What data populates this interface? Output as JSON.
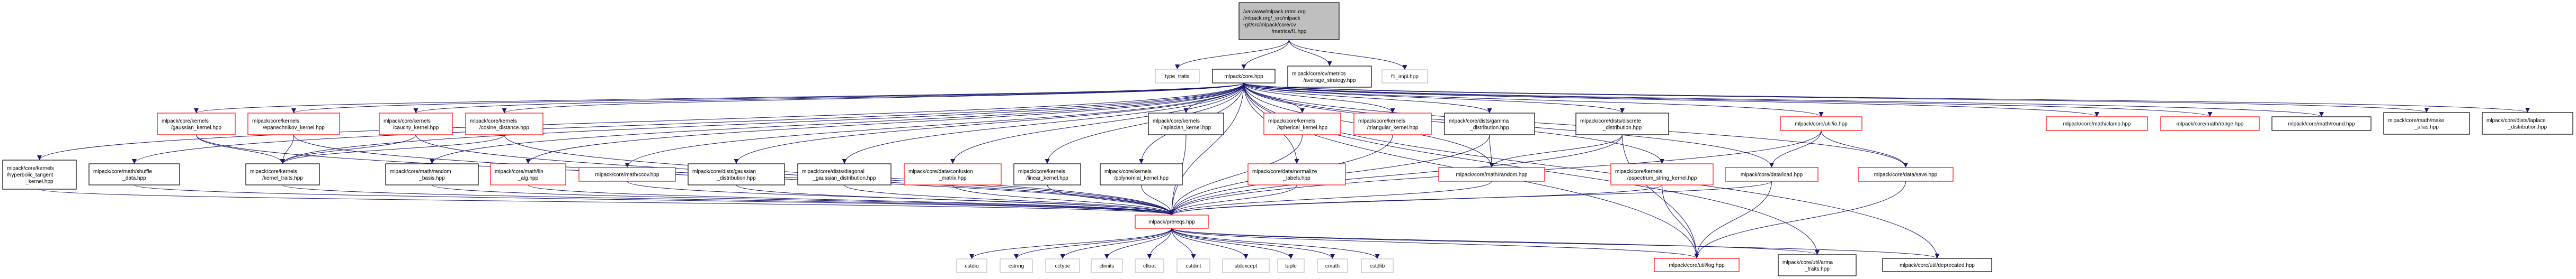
{
  "title": "Include dependency graph for f1.hpp",
  "colors": {
    "edge": "#191970",
    "root_fill": "#bfbfbf",
    "root_border": "#000000",
    "documented_border": "#000000",
    "truncated_border": "#ff0000",
    "external_border": "#bfbfbf",
    "fill": "#ffffff"
  },
  "nodes": [
    {
      "id": "root",
      "kind": "root",
      "lines": [
        "/var/www/mlpack.ratml.org",
        "/mlpack.org/_src/mlpack",
        "-git/src/mlpack/core/cv",
        "/metrics/f1.hpp"
      ]
    },
    {
      "id": "type_traits",
      "kind": "external",
      "lines": [
        "type_traits"
      ]
    },
    {
      "id": "core",
      "kind": "documented",
      "lines": [
        "mlpack/core.hpp"
      ]
    },
    {
      "id": "average_strategy",
      "kind": "documented",
      "lines": [
        "mlpack/core/cv/metrics",
        "/average_strategy.hpp"
      ]
    },
    {
      "id": "f1_impl",
      "kind": "external",
      "lines": [
        "f1_impl.hpp"
      ]
    },
    {
      "id": "gaussian_kernel",
      "kind": "truncated",
      "lines": [
        "mlpack/core/kernels",
        "/gaussian_kernel.hpp"
      ]
    },
    {
      "id": "epanechnikov_kernel",
      "kind": "truncated",
      "lines": [
        "mlpack/core/kernels",
        "/epanechnikov_kernel.hpp"
      ]
    },
    {
      "id": "cauchy_kernel",
      "kind": "truncated",
      "lines": [
        "mlpack/core/kernels",
        "/cauchy_kernel.hpp"
      ]
    },
    {
      "id": "cosine_distance",
      "kind": "truncated",
      "lines": [
        "mlpack/core/kernels",
        "/cosine_distance.hpp"
      ]
    },
    {
      "id": "laplacian_kernel",
      "kind": "documented",
      "lines": [
        "mlpack/core/kernels",
        "/laplacian_kernel.hpp"
      ]
    },
    {
      "id": "spherical_kernel",
      "kind": "truncated",
      "lines": [
        "mlpack/core/kernels",
        "/spherical_kernel.hpp"
      ]
    },
    {
      "id": "triangular_kernel",
      "kind": "truncated",
      "lines": [
        "mlpack/core/kernels",
        "/triangular_kernel.hpp"
      ]
    },
    {
      "id": "gamma_distribution",
      "kind": "documented",
      "lines": [
        "mlpack/core/dists/gamma",
        "_distribution.hpp"
      ]
    },
    {
      "id": "discrete_distribution",
      "kind": "documented",
      "lines": [
        "mlpack/core/dists/discrete",
        "_distribution.hpp"
      ]
    },
    {
      "id": "io",
      "kind": "truncated",
      "lines": [
        "mlpack/core/util/io.hpp"
      ]
    },
    {
      "id": "clamp",
      "kind": "truncated",
      "lines": [
        "mlpack/core/math/clamp.hpp"
      ]
    },
    {
      "id": "range",
      "kind": "truncated",
      "lines": [
        "mlpack/core/math/range.hpp"
      ]
    },
    {
      "id": "round",
      "kind": "documented",
      "lines": [
        "mlpack/core/math/round.hpp"
      ]
    },
    {
      "id": "make_alias",
      "kind": "documented",
      "lines": [
        "mlpack/core/math/make",
        "_alias.hpp"
      ]
    },
    {
      "id": "laplace_distribution",
      "kind": "documented",
      "lines": [
        "mlpack/core/dists/laplace",
        "_distribution.hpp"
      ]
    },
    {
      "id": "hyperbolic_tangent_kernel",
      "kind": "documented",
      "lines": [
        "mlpack/core/kernels",
        "/hyperbolic_tangent",
        "_kernel.hpp"
      ]
    },
    {
      "id": "shuffle_data",
      "kind": "documented",
      "lines": [
        "mlpack/core/math/shuffle",
        "_data.hpp"
      ]
    },
    {
      "id": "kernel_traits",
      "kind": "documented",
      "lines": [
        "mlpack/core/kernels",
        "/kernel_traits.hpp"
      ]
    },
    {
      "id": "random_basis",
      "kind": "documented",
      "lines": [
        "mlpack/core/math/random",
        "_basis.hpp"
      ]
    },
    {
      "id": "lin_alg",
      "kind": "truncated",
      "lines": [
        "mlpack/core/math/lin",
        "_alg.hpp"
      ]
    },
    {
      "id": "ccov",
      "kind": "truncated",
      "lines": [
        "mlpack/core/math/ccov.hpp"
      ]
    },
    {
      "id": "gaussian_distribution",
      "kind": "documented",
      "lines": [
        "mlpack/core/dists/gaussian",
        "_distribution.hpp"
      ]
    },
    {
      "id": "diagonal_gaussian_distribution",
      "kind": "documented",
      "lines": [
        "mlpack/core/dists/diagonal",
        "_gaussian_distribution.hpp"
      ]
    },
    {
      "id": "confusion_matrix",
      "kind": "truncated",
      "lines": [
        "mlpack/core/data/confusion",
        "_matrix.hpp"
      ]
    },
    {
      "id": "linear_kernel",
      "kind": "documented",
      "lines": [
        "mlpack/core/kernels",
        "/linear_kernel.hpp"
      ]
    },
    {
      "id": "polynomial_kernel",
      "kind": "documented",
      "lines": [
        "mlpack/core/kernels",
        "/polynomial_kernel.hpp"
      ]
    },
    {
      "id": "normalize_labels",
      "kind": "truncated",
      "lines": [
        "mlpack/core/data/normalize",
        "_labels.hpp"
      ]
    },
    {
      "id": "random",
      "kind": "truncated",
      "lines": [
        "mlpack/core/math/random.hpp"
      ]
    },
    {
      "id": "pspectrum_string_kernel",
      "kind": "truncated",
      "lines": [
        "mlpack/core/kernels",
        "/pspectrum_string_kernel.hpp"
      ]
    },
    {
      "id": "load",
      "kind": "truncated",
      "lines": [
        "mlpack/core/data/load.hpp"
      ]
    },
    {
      "id": "save",
      "kind": "truncated",
      "lines": [
        "mlpack/core/data/save.hpp"
      ]
    },
    {
      "id": "prereqs",
      "kind": "truncated",
      "lines": [
        "mlpack/prereqs.hpp"
      ]
    },
    {
      "id": "cstdio",
      "kind": "external",
      "lines": [
        "cstdio"
      ]
    },
    {
      "id": "cstring",
      "kind": "external",
      "lines": [
        "cstring"
      ]
    },
    {
      "id": "cctype",
      "kind": "external",
      "lines": [
        "cctype"
      ]
    },
    {
      "id": "climits",
      "kind": "external",
      "lines": [
        "climits"
      ]
    },
    {
      "id": "cfloat",
      "kind": "external",
      "lines": [
        "cfloat"
      ]
    },
    {
      "id": "cstdint",
      "kind": "external",
      "lines": [
        "cstdint"
      ]
    },
    {
      "id": "stdexcept",
      "kind": "external",
      "lines": [
        "stdexcept"
      ]
    },
    {
      "id": "tuple",
      "kind": "external",
      "lines": [
        "tuple"
      ]
    },
    {
      "id": "cmath",
      "kind": "external",
      "lines": [
        "cmath"
      ]
    },
    {
      "id": "cstdlib",
      "kind": "external",
      "lines": [
        "cstdlib"
      ]
    },
    {
      "id": "log",
      "kind": "truncated",
      "lines": [
        "mlpack/core/util/log.hpp"
      ]
    },
    {
      "id": "arma_traits",
      "kind": "documented",
      "lines": [
        "mlpack/core/util/arma",
        "_traits.hpp"
      ]
    },
    {
      "id": "deprecated",
      "kind": "documented",
      "lines": [
        "mlpack/core/util/deprecated.hpp"
      ]
    }
  ],
  "edges": [
    [
      "root",
      "type_traits"
    ],
    [
      "root",
      "core"
    ],
    [
      "root",
      "average_strategy"
    ],
    [
      "root",
      "f1_impl"
    ],
    [
      "core",
      "hyperbolic_tangent_kernel"
    ],
    [
      "core",
      "shuffle_data"
    ],
    [
      "core",
      "gaussian_kernel"
    ],
    [
      "core",
      "epanechnikov_kernel"
    ],
    [
      "core",
      "kernel_traits"
    ],
    [
      "core",
      "cauchy_kernel"
    ],
    [
      "core",
      "cosine_distance"
    ],
    [
      "core",
      "random_basis"
    ],
    [
      "core",
      "lin_alg"
    ],
    [
      "core",
      "ccov"
    ],
    [
      "core",
      "gaussian_distribution"
    ],
    [
      "core",
      "diagonal_gaussian_distribution"
    ],
    [
      "core",
      "confusion_matrix"
    ],
    [
      "core",
      "linear_kernel"
    ],
    [
      "core",
      "polynomial_kernel"
    ],
    [
      "core",
      "laplacian_kernel"
    ],
    [
      "core",
      "normalize_labels"
    ],
    [
      "core",
      "spherical_kernel"
    ],
    [
      "core",
      "triangular_kernel"
    ],
    [
      "core",
      "gamma_distribution"
    ],
    [
      "core",
      "random"
    ],
    [
      "core",
      "discrete_distribution"
    ],
    [
      "core",
      "pspectrum_string_kernel"
    ],
    [
      "core",
      "load"
    ],
    [
      "core",
      "io"
    ],
    [
      "core",
      "save"
    ],
    [
      "core",
      "clamp"
    ],
    [
      "core",
      "range"
    ],
    [
      "core",
      "round"
    ],
    [
      "core",
      "make_alias"
    ],
    [
      "core",
      "laplace_distribution"
    ],
    [
      "core",
      "prereqs"
    ],
    [
      "core",
      "log"
    ],
    [
      "core",
      "arma_traits"
    ],
    [
      "core",
      "deprecated"
    ],
    [
      "gaussian_kernel",
      "kernel_traits"
    ],
    [
      "gaussian_kernel",
      "prereqs"
    ],
    [
      "epanechnikov_kernel",
      "kernel_traits"
    ],
    [
      "epanechnikov_kernel",
      "prereqs"
    ],
    [
      "cauchy_kernel",
      "kernel_traits"
    ],
    [
      "cauchy_kernel",
      "prereqs"
    ],
    [
      "cosine_distance",
      "kernel_traits"
    ],
    [
      "cosine_distance",
      "prereqs"
    ],
    [
      "hyperbolic_tangent_kernel",
      "prereqs"
    ],
    [
      "shuffle_data",
      "prereqs"
    ],
    [
      "kernel_traits",
      "prereqs"
    ],
    [
      "random_basis",
      "prereqs"
    ],
    [
      "lin_alg",
      "prereqs"
    ],
    [
      "ccov",
      "prereqs"
    ],
    [
      "gaussian_distribution",
      "prereqs"
    ],
    [
      "diagonal_gaussian_distribution",
      "prereqs"
    ],
    [
      "confusion_matrix",
      "prereqs"
    ],
    [
      "linear_kernel",
      "prereqs"
    ],
    [
      "polynomial_kernel",
      "prereqs"
    ],
    [
      "laplacian_kernel",
      "prereqs"
    ],
    [
      "spherical_kernel",
      "prereqs"
    ],
    [
      "triangular_kernel",
      "prereqs"
    ],
    [
      "normalize_labels",
      "prereqs"
    ],
    [
      "gamma_distribution",
      "random"
    ],
    [
      "gamma_distribution",
      "prereqs"
    ],
    [
      "discrete_distribution",
      "random"
    ],
    [
      "discrete_distribution",
      "prereqs"
    ],
    [
      "discrete_distribution",
      "log"
    ],
    [
      "random",
      "prereqs"
    ],
    [
      "pspectrum_string_kernel",
      "prereqs"
    ],
    [
      "pspectrum_string_kernel",
      "log"
    ],
    [
      "io",
      "load"
    ],
    [
      "io",
      "save"
    ],
    [
      "io",
      "prereqs"
    ],
    [
      "load",
      "prereqs"
    ],
    [
      "load",
      "log"
    ],
    [
      "save",
      "log"
    ],
    [
      "prereqs",
      "cstdio"
    ],
    [
      "prereqs",
      "cstring"
    ],
    [
      "prereqs",
      "cctype"
    ],
    [
      "prereqs",
      "climits"
    ],
    [
      "prereqs",
      "cfloat"
    ],
    [
      "prereqs",
      "cstdint"
    ],
    [
      "prereqs",
      "stdexcept"
    ],
    [
      "prereqs",
      "tuple"
    ],
    [
      "prereqs",
      "cmath"
    ],
    [
      "prereqs",
      "cstdlib"
    ],
    [
      "prereqs",
      "log"
    ],
    [
      "prereqs",
      "arma_traits"
    ],
    [
      "prereqs",
      "deprecated"
    ]
  ]
}
